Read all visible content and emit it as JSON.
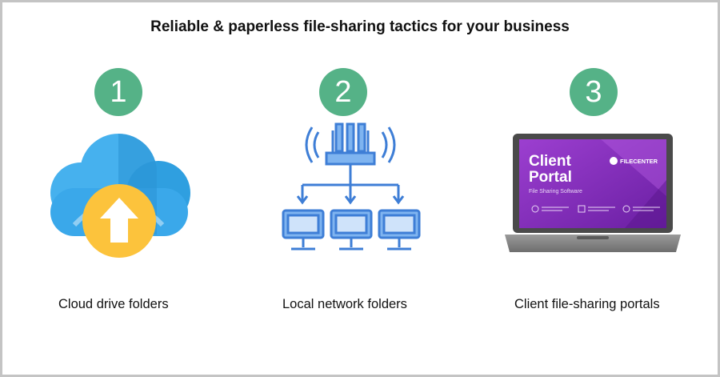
{
  "title": "Reliable & paperless file-sharing tactics for your business",
  "steps": [
    {
      "number": "1",
      "caption": "Cloud drive folders",
      "icon": "cloud-upload-icon"
    },
    {
      "number": "2",
      "caption": "Local network folders",
      "icon": "network-icon"
    },
    {
      "number": "3",
      "caption": "Client file-sharing portals",
      "icon": "laptop-portal-image"
    }
  ],
  "laptop_screen": {
    "heading_line1": "Client",
    "heading_line2": "Portal",
    "subtitle": "File Sharing Software",
    "brand": "FILECENTER"
  },
  "colors": {
    "badge": "#55b287",
    "cloud": "#2f9fe0",
    "upload": "#fcc33c",
    "network": "#3e7ed6",
    "portal": "#8a2ebd"
  }
}
